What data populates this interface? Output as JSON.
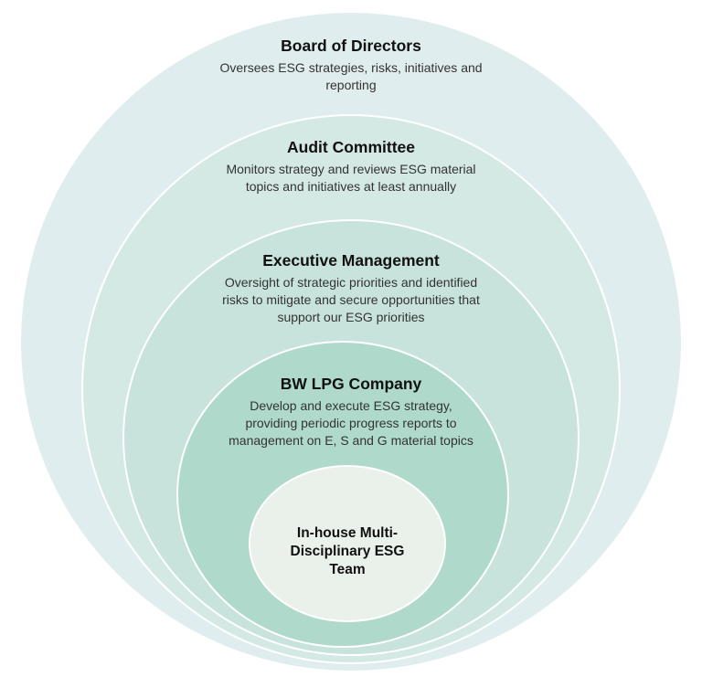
{
  "colors": {
    "background": "#ffffff",
    "circle_outline": "#ffffff",
    "title_text": "#111111",
    "body_text": "#333333"
  },
  "rings": [
    {
      "title": "Board of Directors",
      "description_lines": [
        "Oversees ESG strategies, risks, initiatives and",
        "reporting"
      ],
      "fill": "#e0edef"
    },
    {
      "title": "Audit Committee",
      "description_lines": [
        "Monitors strategy and reviews ESG material",
        "topics and initiatives at least annually"
      ],
      "fill": "#d4e8e4"
    },
    {
      "title": "Executive Management",
      "description_lines": [
        "Oversight of strategic priorities and identified",
        "risks to mitigate and secure opportunities that",
        "support our ESG priorities"
      ],
      "fill": "#c8e3db"
    },
    {
      "title": "BW LPG Company",
      "description_lines": [
        "Develop and execute ESG strategy,",
        "providing periodic progress reports to",
        "management on E, S and G material topics"
      ],
      "fill": "#afdacb"
    },
    {
      "title_lines": [
        "In-house Multi-",
        "Disciplinary ESG",
        "Team"
      ],
      "fill": "#e9f1ea"
    }
  ]
}
